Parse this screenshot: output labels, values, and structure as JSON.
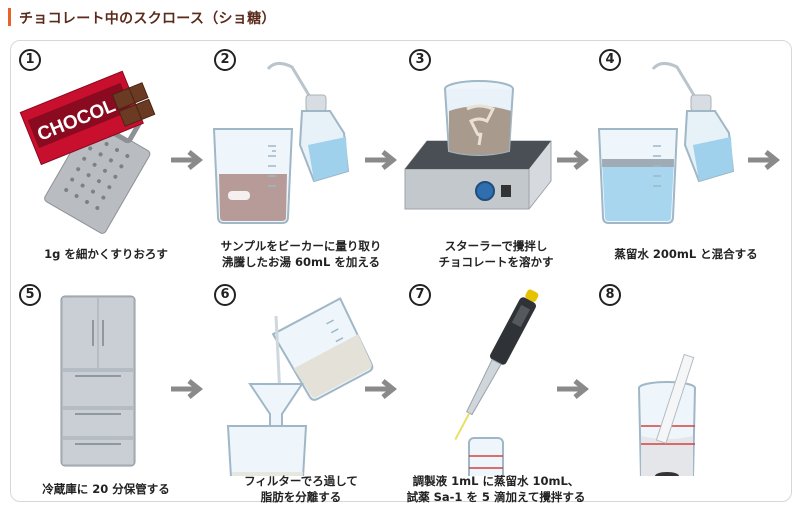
{
  "title": "チョコレート中のスクロース（ショ糖）",
  "steps": [
    {
      "number": "1",
      "caption": [
        "1g を細かくすりおろす"
      ],
      "chocolate_label": "CHOCOL"
    },
    {
      "number": "2",
      "caption": [
        "サンプルをビーカーに量り取り",
        "沸騰したお湯 60mL を加える"
      ]
    },
    {
      "number": "3",
      "caption": [
        "スターラーで攪拌し",
        "チョコレートを溶かす"
      ]
    },
    {
      "number": "4",
      "caption": [
        "蒸留水 200mL と混合する"
      ]
    },
    {
      "number": "5",
      "caption": [
        "冷蔵庫に 20 分保管する"
      ]
    },
    {
      "number": "6",
      "caption": [
        "フィルターでろ過して",
        "脂肪を分離する"
      ]
    },
    {
      "number": "7",
      "caption": [
        "調製液 1mL に蒸留水 10mL、",
        "試薬 Sa-1 を 5 滴加えて攪拌する"
      ]
    },
    {
      "number": "8",
      "caption": []
    }
  ],
  "colors": {
    "accent": "#e8632a",
    "title": "#5a2a1a",
    "arrow": "#8a8a8a"
  }
}
